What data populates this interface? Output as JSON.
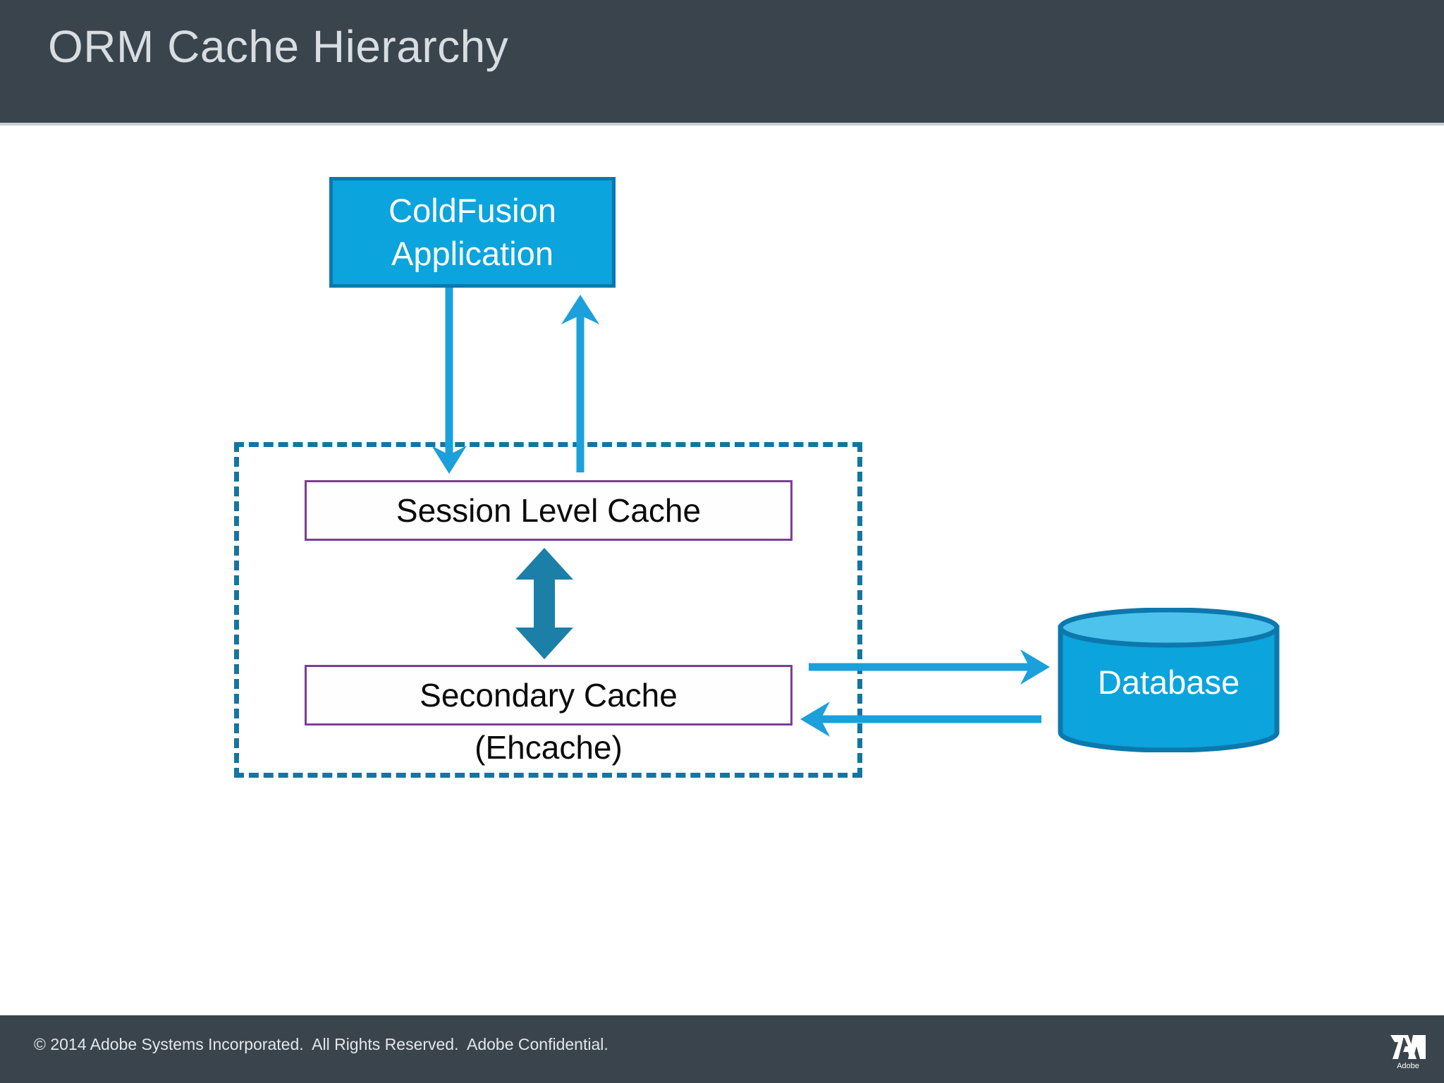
{
  "header": {
    "title": "ORM Cache Hierarchy",
    "background_color": "#3A444D",
    "title_color": "#D8DDE1"
  },
  "footer": {
    "copyright": "© 2014 Adobe Systems Incorporated.  All Rights Reserved.  Adobe Confidential.",
    "background_color": "#3A444D",
    "logo_name": "Adobe",
    "logo_wordmark": "Adobe"
  },
  "diagram": {
    "type": "block-diagram",
    "title": "ORM Cache Hierarchy",
    "nodes": {
      "application": {
        "label_line1": "ColdFusion",
        "label_line2": "Application",
        "shape": "rectangle",
        "fill_color": "#0BA4DD",
        "border_color": "#0C78AC",
        "text_color": "#FFFFFF"
      },
      "session_cache": {
        "label": "Session Level Cache",
        "shape": "rectangle",
        "fill_color": "#FEFEFE",
        "border_color": "#7B3F98",
        "text_color": "#0B0B0B"
      },
      "secondary_cache": {
        "label": "Secondary Cache",
        "sublabel": "(Ehcache)",
        "shape": "rectangle",
        "fill_color": "#FEFEFE",
        "border_color": "#7B3F98",
        "text_color": "#0B0B0B"
      },
      "database": {
        "label": "Database",
        "shape": "cylinder",
        "fill_color": "#0BA4DD",
        "top_fill_color": "#4CC2ED",
        "border_color": "#0C78AC",
        "text_color": "#FFFFFF"
      }
    },
    "grouping_boundary": {
      "style": "dashed",
      "color": "#14759F",
      "contains": [
        "session_cache",
        "secondary_cache"
      ]
    },
    "edges": [
      {
        "id": "app-to-session",
        "from": "application",
        "to": "session_cache",
        "direction": "down",
        "color": "#1BA0DB"
      },
      {
        "id": "session-to-app",
        "from": "session_cache",
        "to": "application",
        "direction": "up",
        "color": "#1BA0DB"
      },
      {
        "id": "session-secondary",
        "from": "session_cache",
        "to": "secondary_cache",
        "direction": "both",
        "color": "#1C7FA8"
      },
      {
        "id": "secondary-to-database",
        "from": "secondary_cache",
        "to": "database",
        "direction": "right",
        "color": "#1BA0DB"
      },
      {
        "id": "database-to-secondary",
        "from": "database",
        "to": "secondary_cache",
        "direction": "left",
        "color": "#1BA0DB"
      }
    ]
  }
}
